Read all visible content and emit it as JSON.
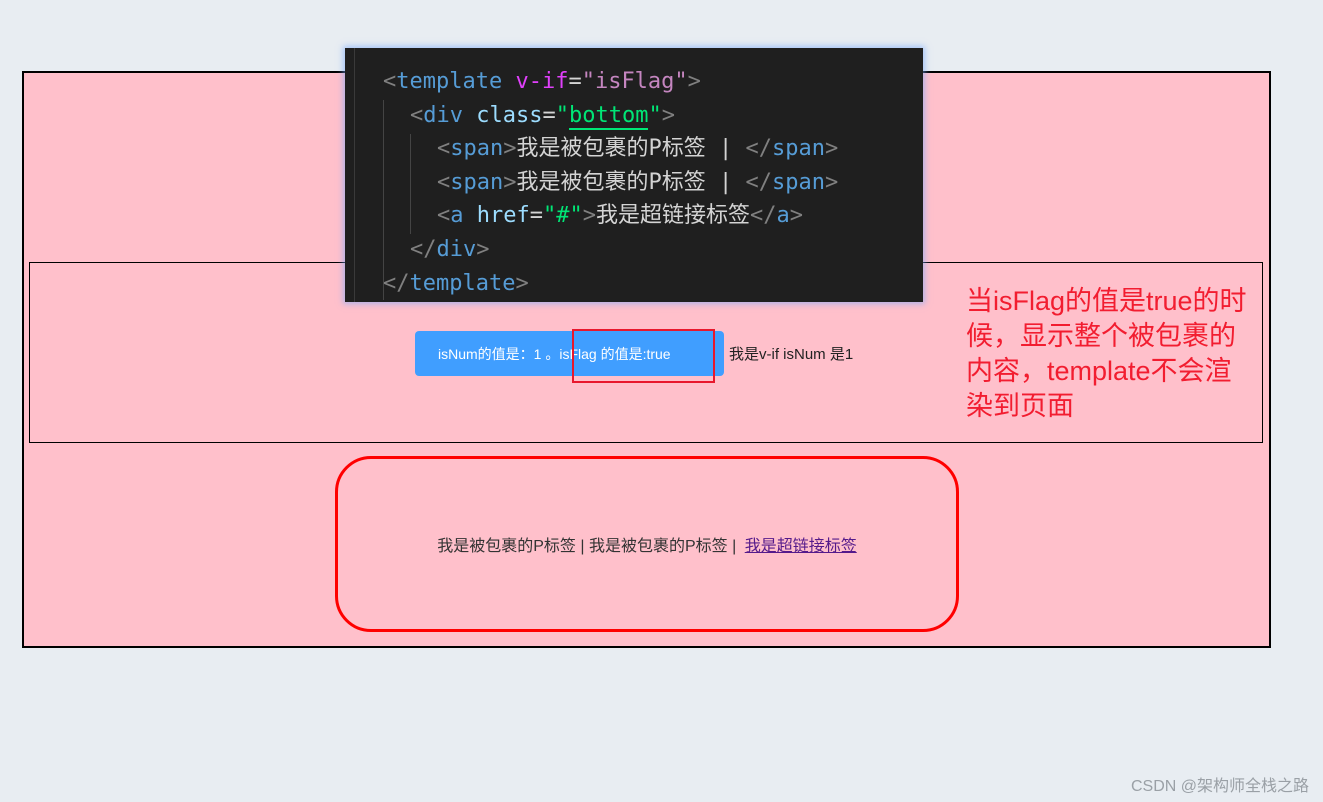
{
  "code_snippet": {
    "lines": [
      {
        "indent": 0,
        "tokens": [
          [
            "punct",
            "<"
          ],
          [
            "tag",
            "template"
          ],
          [
            "text",
            " "
          ],
          [
            "vif",
            "v-if"
          ],
          [
            "eq",
            "="
          ],
          [
            "str",
            "\"isFlag\""
          ],
          [
            "punct",
            ">"
          ]
        ]
      },
      {
        "indent": 1,
        "tokens": [
          [
            "punct",
            "<"
          ],
          [
            "tag",
            "div"
          ],
          [
            "text",
            " "
          ],
          [
            "attr",
            "class"
          ],
          [
            "eq",
            "="
          ],
          [
            "strg",
            "\""
          ],
          [
            "strgu",
            "bottom"
          ],
          [
            "strg",
            "\""
          ],
          [
            "punct",
            ">"
          ]
        ]
      },
      {
        "indent": 2,
        "tokens": [
          [
            "punct",
            "<"
          ],
          [
            "tag",
            "span"
          ],
          [
            "punct",
            ">"
          ],
          [
            "text",
            "我是被包裹的P标签 | "
          ],
          [
            "punct",
            "</"
          ],
          [
            "tag",
            "span"
          ],
          [
            "punct",
            ">"
          ]
        ]
      },
      {
        "indent": 2,
        "tokens": [
          [
            "punct",
            "<"
          ],
          [
            "tag",
            "span"
          ],
          [
            "punct",
            ">"
          ],
          [
            "text",
            "我是被包裹的P标签 | "
          ],
          [
            "punct",
            "</"
          ],
          [
            "tag",
            "span"
          ],
          [
            "punct",
            ">"
          ]
        ]
      },
      {
        "indent": 2,
        "tokens": [
          [
            "punct",
            "<"
          ],
          [
            "tag",
            "a"
          ],
          [
            "text",
            " "
          ],
          [
            "attr",
            "href"
          ],
          [
            "eq",
            "="
          ],
          [
            "strg",
            "\"#\""
          ],
          [
            "punct",
            ">"
          ],
          [
            "text",
            "我是超链接标签"
          ],
          [
            "punct",
            "</"
          ],
          [
            "tag",
            "a"
          ],
          [
            "punct",
            ">"
          ]
        ]
      },
      {
        "indent": 1,
        "tokens": [
          [
            "punct",
            "</"
          ],
          [
            "tag",
            "div"
          ],
          [
            "punct",
            ">"
          ]
        ]
      },
      {
        "indent": 0,
        "tokens": [
          [
            "punct",
            "</"
          ],
          [
            "tag",
            "template"
          ],
          [
            "punct",
            ">"
          ]
        ]
      }
    ]
  },
  "demo": {
    "button_label": "isNum的值是：1 。isFlag 的值是:true",
    "vif_text": "我是v-if isNum 是1",
    "bottom": {
      "span1": "我是被包裹的P标签 | ",
      "span2": "我是被包裹的P标签 | ",
      "link": "我是超链接标签"
    }
  },
  "annotation": {
    "text": "当isFlag的值是true的时候，显示整个被包裹的内容，template不会渲染到页面"
  },
  "colors": {
    "page_bg": "#e8edf2",
    "box_bg": "#ffc0cb",
    "button_bg": "#409eff",
    "highlight_red": "#e8182d",
    "annotation_red": "#f21d30",
    "code_bg": "#1f1f1f"
  },
  "watermark": "CSDN @架构师全栈之路"
}
